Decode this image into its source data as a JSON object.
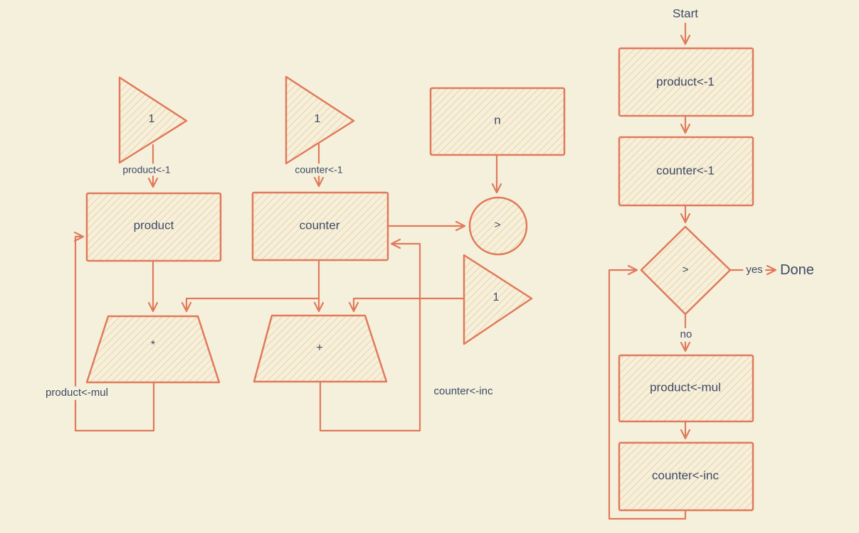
{
  "colors": {
    "background": "#F5F0DC",
    "stroke": "#E07A5B",
    "hatch": "#EFBE83",
    "text": "#3D4A66"
  },
  "left_diagram": {
    "const_product_one": "1",
    "const_counter_one": "1",
    "const_inc_one": "1",
    "reg_product": "product",
    "reg_counter": "counter",
    "reg_n": "n",
    "test_gt": ">",
    "op_mul": "*",
    "op_add": "+",
    "wire_product_init": "product<-1",
    "wire_counter_init": "counter<-1",
    "wire_product_loop": "product<-mul",
    "wire_counter_loop": "counter<-inc"
  },
  "flowchart": {
    "start": "Start",
    "step_product_init": "product<-1",
    "step_counter_init": "counter<-1",
    "decision": ">",
    "yes": "yes",
    "done": "Done",
    "no": "no",
    "step_product_mul": "product<-mul",
    "step_counter_inc": "counter<-inc"
  }
}
